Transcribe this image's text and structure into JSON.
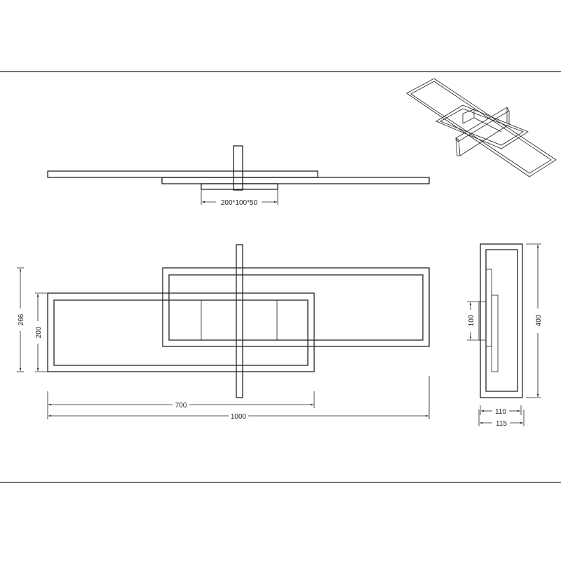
{
  "colors": {
    "line": "#222222",
    "background": "#ffffff"
  },
  "side_view": {
    "canopy_label": "200*100*50"
  },
  "front_view": {
    "height_total_label": "266",
    "height_frame_label": "200",
    "width_frame_label": "700",
    "width_total_label": "1000"
  },
  "end_view": {
    "height_label": "400",
    "canopy_height_label": "100",
    "width_inner_label": "110",
    "width_outer_label": "115"
  }
}
